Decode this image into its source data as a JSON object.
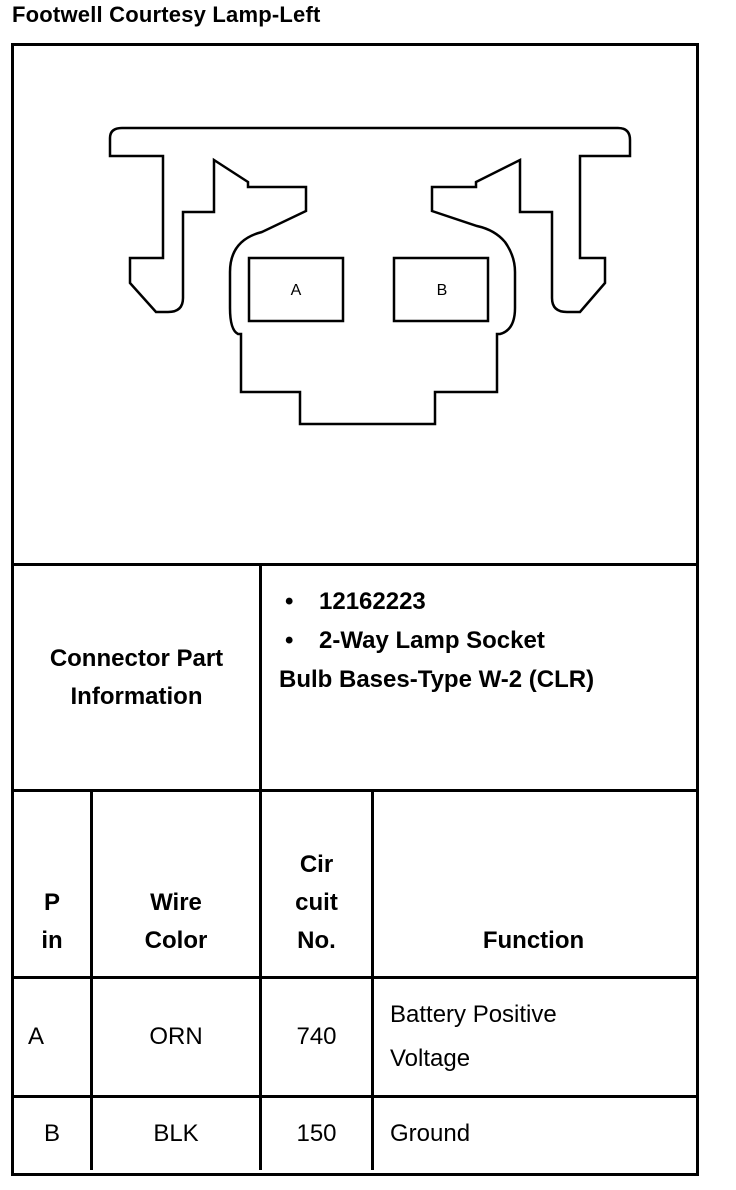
{
  "title": "Footwell Courtesy Lamp-Left",
  "connector": {
    "pin_a_label": "A",
    "pin_b_label": "B"
  },
  "part_info": {
    "label": "Connector Part Information",
    "bullets": [
      "12162223",
      "2-Way Lamp Socket"
    ],
    "extra_line": "Bulb Bases-Type W-2 (CLR)"
  },
  "table": {
    "headers": {
      "pin": "P in",
      "wire_color": "Wire Color",
      "circuit": "Cir cuit No.",
      "function": "Function"
    },
    "rows": [
      {
        "pin": "A",
        "wire_color": "ORN",
        "circuit": "740",
        "function": "Battery Positive Voltage"
      },
      {
        "pin": "B",
        "wire_color": "BLK",
        "circuit": "150",
        "function": "Ground"
      }
    ]
  }
}
